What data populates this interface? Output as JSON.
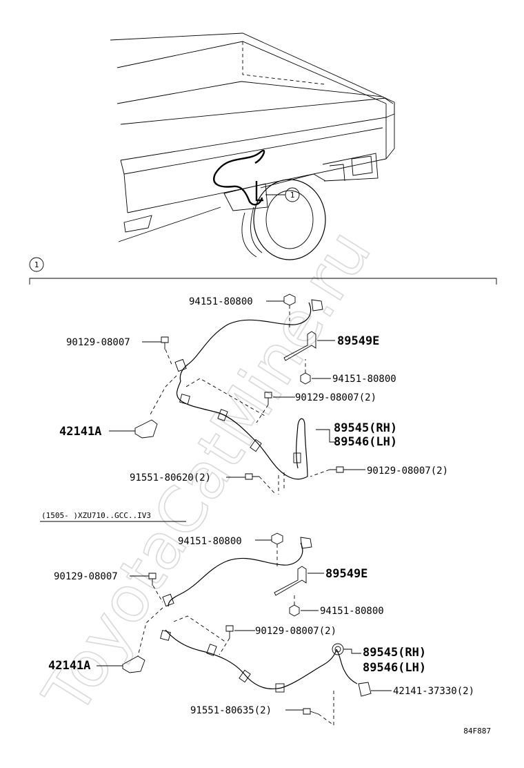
{
  "watermark": "ToyotaCatMine.ru",
  "diagram_code": "84F887",
  "callout_number": "1",
  "variant_label": "(1505-      )XZU710..GCC..IV3",
  "upper_section": {
    "nut_top": "94151-80800",
    "bolt_left": "90129-08007",
    "bracket_label": "89549E",
    "nut_bottom": "94151-80800",
    "bolt_mid": "90129-08007(2)",
    "clamp_label": "42141A",
    "sensor_rh": "89545(RH)",
    "sensor_lh": "89546(LH)",
    "bolt_right": "90129-08007(2)",
    "bolt_bottom": "91551-80620(2)"
  },
  "lower_section": {
    "nut_top": "94151-80800",
    "bolt_left": "90129-08007",
    "bracket_label": "89549E",
    "nut_bottom": "94151-80800",
    "bolt_mid": "90129-08007(2)",
    "clamp_label": "42141A",
    "sensor_rh": "89545(RH)",
    "sensor_lh": "89546(LH)",
    "clamp_right": "42141-37330(2)",
    "bolt_bottom": "91551-80635(2)"
  }
}
